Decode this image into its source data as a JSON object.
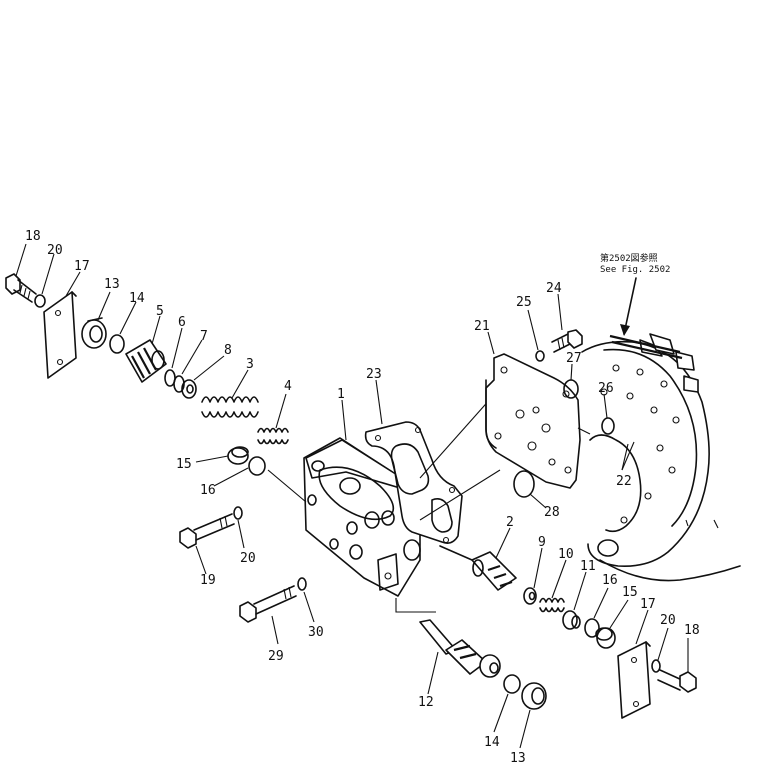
{
  "reference": {
    "line1": "第2502図参照",
    "line2": "See Fig. 2502"
  },
  "callouts": [
    {
      "id": "c18a",
      "text": "18"
    },
    {
      "id": "c20a",
      "text": "20"
    },
    {
      "id": "c17a",
      "text": "17"
    },
    {
      "id": "c13a",
      "text": "13"
    },
    {
      "id": "c14a",
      "text": "14"
    },
    {
      "id": "c5",
      "text": "5"
    },
    {
      "id": "c6",
      "text": "6"
    },
    {
      "id": "c7",
      "text": "7"
    },
    {
      "id": "c8",
      "text": "8"
    },
    {
      "id": "c3",
      "text": "3"
    },
    {
      "id": "c4",
      "text": "4"
    },
    {
      "id": "c1",
      "text": "1"
    },
    {
      "id": "c23",
      "text": "23"
    },
    {
      "id": "c21",
      "text": "21"
    },
    {
      "id": "c25",
      "text": "25"
    },
    {
      "id": "c24",
      "text": "24"
    },
    {
      "id": "c27",
      "text": "27"
    },
    {
      "id": "c26",
      "text": "26"
    },
    {
      "id": "c22",
      "text": "22"
    },
    {
      "id": "c28",
      "text": "28"
    },
    {
      "id": "c15a",
      "text": "15"
    },
    {
      "id": "c16a",
      "text": "16"
    },
    {
      "id": "c20b",
      "text": "20"
    },
    {
      "id": "c19",
      "text": "19"
    },
    {
      "id": "c2",
      "text": "2"
    },
    {
      "id": "c9",
      "text": "9"
    },
    {
      "id": "c10",
      "text": "10"
    },
    {
      "id": "c11",
      "text": "11"
    },
    {
      "id": "c16b",
      "text": "16"
    },
    {
      "id": "c15b",
      "text": "15"
    },
    {
      "id": "c17b",
      "text": "17"
    },
    {
      "id": "c20c",
      "text": "20"
    },
    {
      "id": "c18b",
      "text": "18"
    },
    {
      "id": "c30",
      "text": "30"
    },
    {
      "id": "c29",
      "text": "29"
    },
    {
      "id": "c12",
      "text": "12"
    },
    {
      "id": "c14b",
      "text": "14"
    },
    {
      "id": "c13b",
      "text": "13"
    }
  ]
}
